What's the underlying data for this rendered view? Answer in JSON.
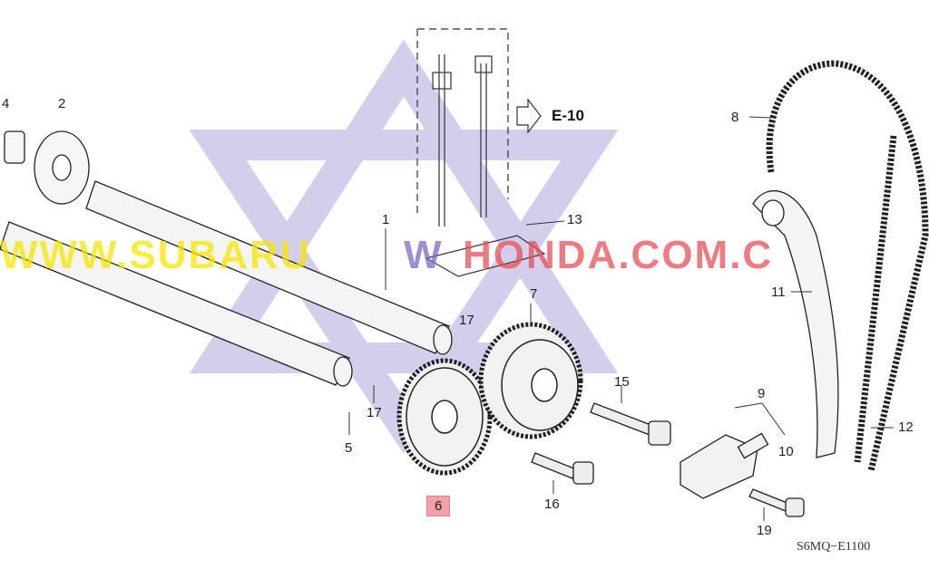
{
  "diagram": {
    "reference": "E-10",
    "code": "S6MQ−E1100",
    "highlighted_part": "6",
    "callouts": [
      "1",
      "2",
      "4",
      "5",
      "6",
      "7",
      "8",
      "9",
      "10",
      "11",
      "12",
      "13",
      "15",
      "16",
      "17",
      "17",
      "19"
    ],
    "watermark": {
      "part1": "WWW.SUBARU",
      "part2": "W",
      "part3": "HONDA.COM.C",
      "colors": [
        "#f5e600",
        "#7b6cc4",
        "#e8505a"
      ]
    }
  }
}
